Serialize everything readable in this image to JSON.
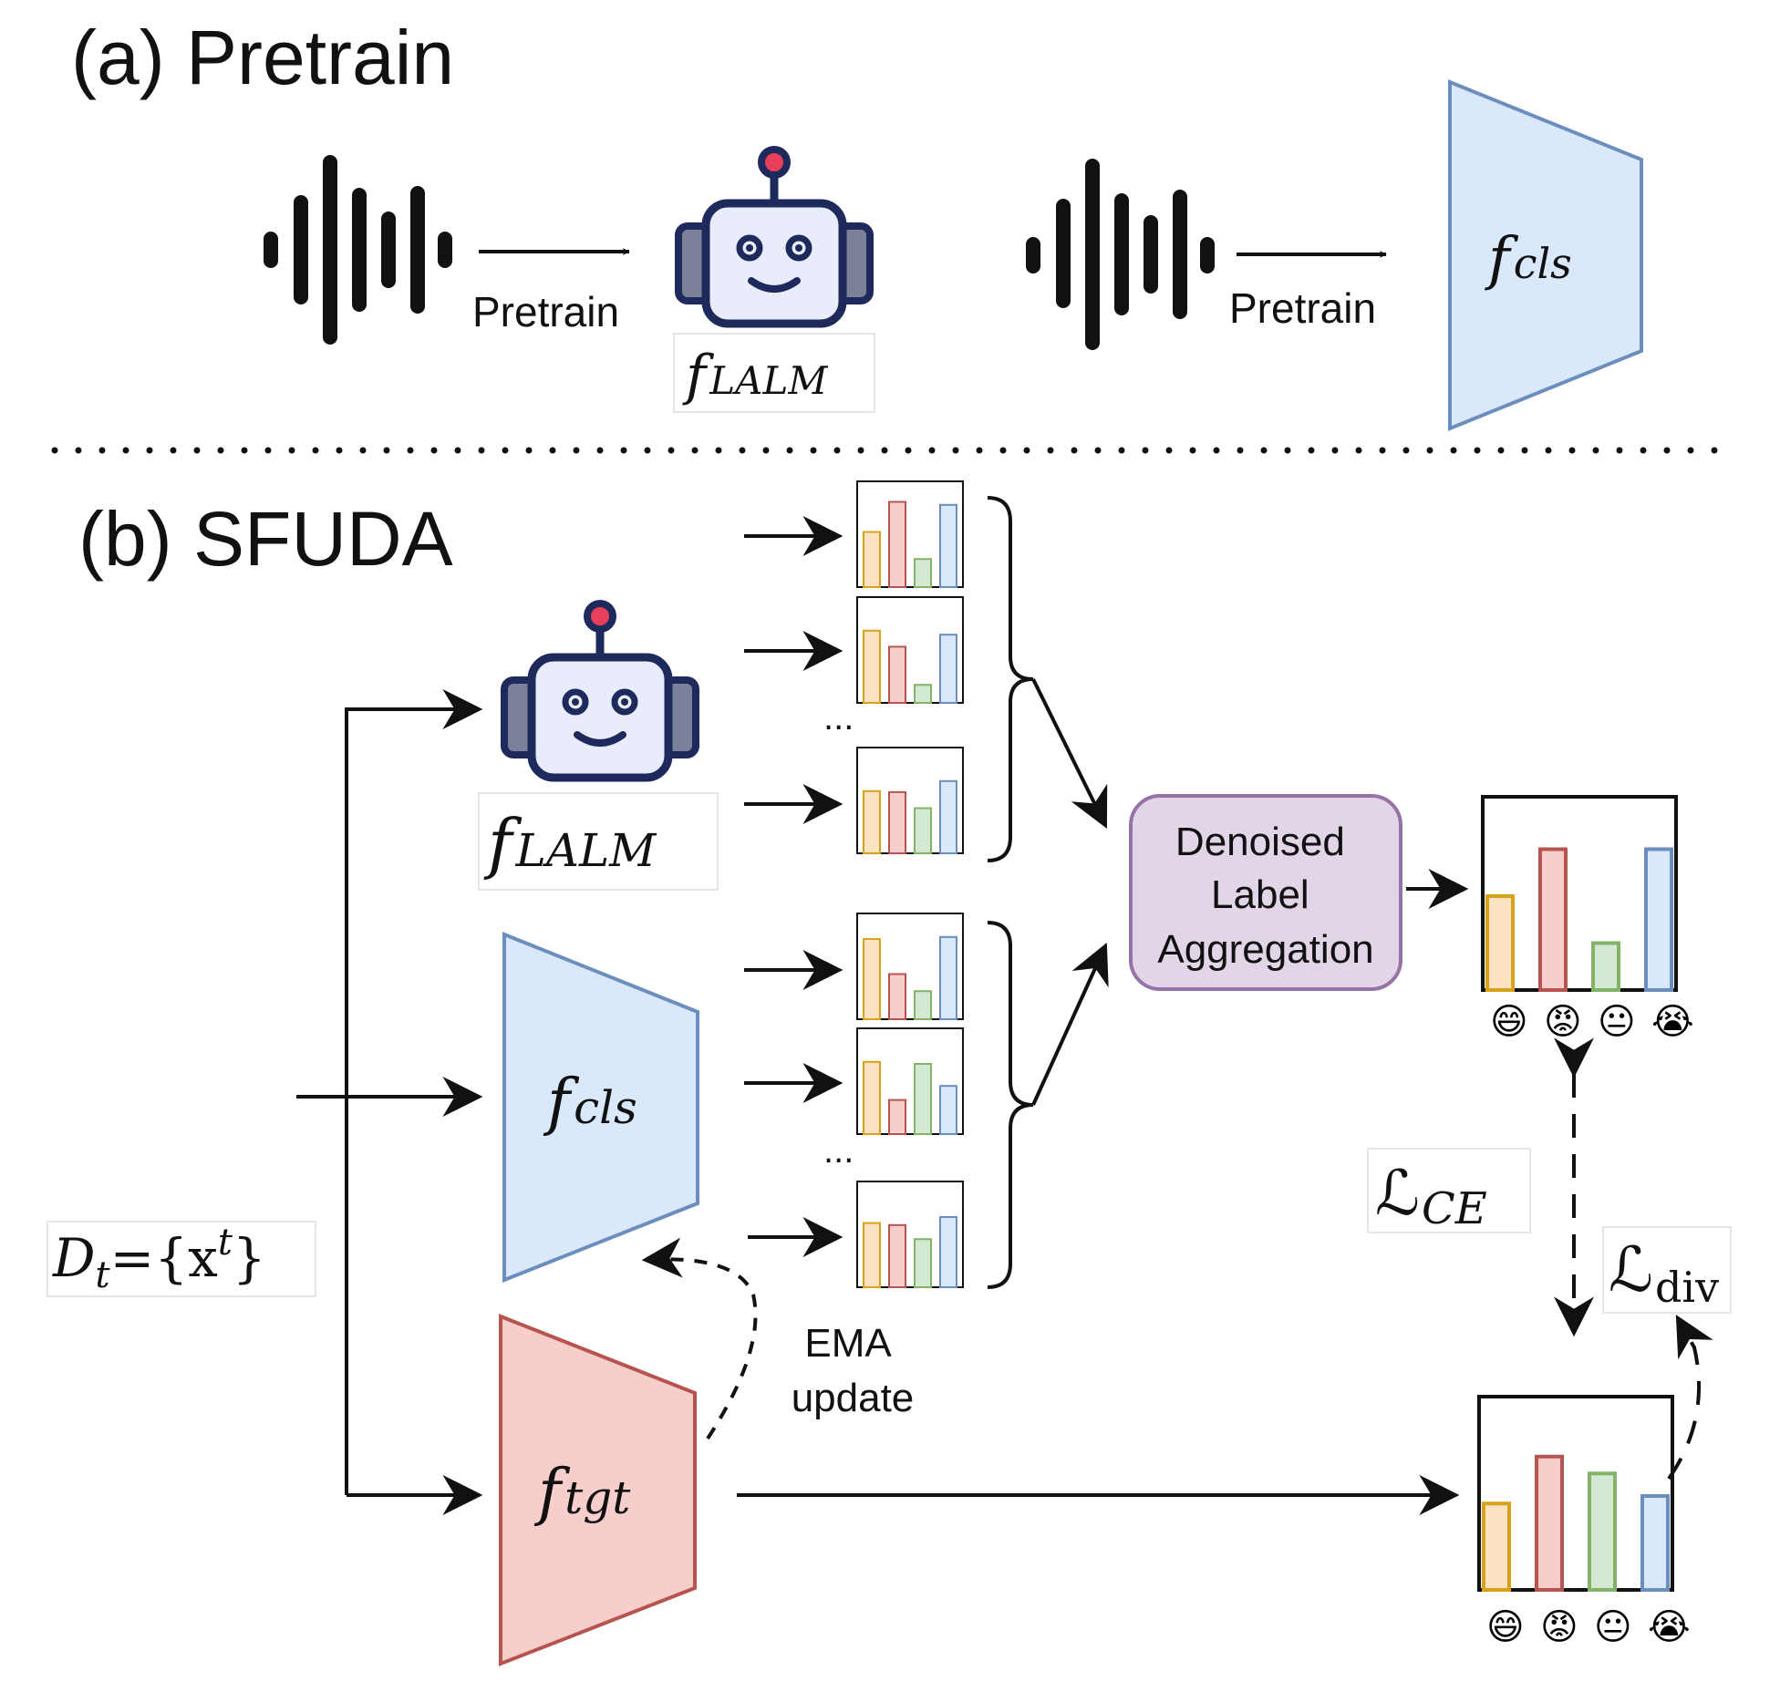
{
  "sections": {
    "a_title": "(a) Pretrain",
    "b_title": "(b) SFUDA"
  },
  "pretrain": {
    "arrow_label_1": "Pretrain",
    "arrow_label_2": "Pretrain",
    "lalm_label": "f",
    "lalm_sub": "LALM",
    "cls_label": "f",
    "cls_sub": "cls"
  },
  "sfuda": {
    "dataset_label": "D",
    "dataset_sub": "t",
    "dataset_eq": "={x",
    "dataset_sup": "t",
    "dataset_close": "}",
    "lalm_label": "f",
    "lalm_sub": "LALM",
    "cls_label": "f",
    "cls_sub": "cls",
    "tgt_label": "f",
    "tgt_sub": "tgt",
    "ellipsis_1": "...",
    "ellipsis_2": "...",
    "aggregation_line1": "Denoised",
    "aggregation_line2": "Label",
    "aggregation_line3": "Aggregation",
    "ema_line1": "EMA",
    "ema_line2": "update",
    "loss_ce": "ℒ",
    "loss_ce_sub": "CE",
    "loss_div": "ℒ",
    "loss_div_sub": "div"
  },
  "emotions": [
    "😄",
    "😡",
    "😐",
    "😭"
  ],
  "colors": {
    "orange": "#d9a21b",
    "orange_fill": "#fde3c4",
    "red": "#b85450",
    "red_fill": "#f8cecc",
    "green": "#82b366",
    "green_fill": "#d5e8d4",
    "blue": "#6c8ebf",
    "blue_fill": "#dae8fc",
    "purple": "#9673a6",
    "purple_fill": "#e1d5e7",
    "robot_dark": "#1f2a5c",
    "robot_face": "#e8ecfb",
    "robot_side": "#7a8199",
    "robot_tip": "#e8405a",
    "wave_light": "#29c4ef",
    "wave_dark": "#2f6fe0"
  },
  "chart_data": [
    {
      "type": "bar",
      "name_hint": "lalm-out-1",
      "values": [
        0.55,
        0.85,
        0.28,
        0.82
      ]
    },
    {
      "type": "bar",
      "name_hint": "lalm-out-2",
      "values": [
        0.72,
        0.56,
        0.18,
        0.68
      ]
    },
    {
      "type": "bar",
      "name_hint": "lalm-out-3",
      "values": [
        0.62,
        0.61,
        0.45,
        0.72
      ]
    },
    {
      "type": "bar",
      "name_hint": "cls-out-1",
      "values": [
        0.8,
        0.45,
        0.28,
        0.82
      ]
    },
    {
      "type": "bar",
      "name_hint": "cls-out-2",
      "values": [
        0.72,
        0.34,
        0.7,
        0.48
      ]
    },
    {
      "type": "bar",
      "name_hint": "cls-out-3",
      "values": [
        0.64,
        0.62,
        0.48,
        0.7
      ]
    },
    {
      "type": "bar",
      "name_hint": "aggregated-output",
      "values": [
        0.5,
        0.75,
        0.25,
        0.75
      ]
    },
    {
      "type": "bar",
      "name_hint": "target-output",
      "values": [
        0.46,
        0.71,
        0.62,
        0.5
      ]
    }
  ]
}
